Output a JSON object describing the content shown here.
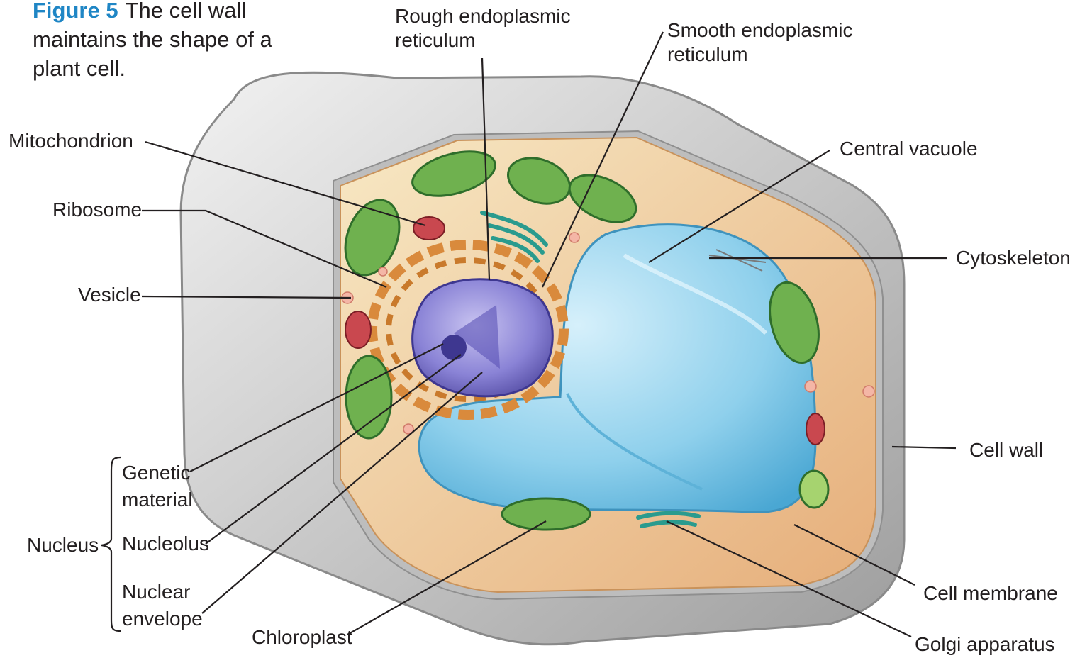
{
  "caption": {
    "figure": "Figure 5",
    "text": "The cell wall maintains the shape of a plant cell."
  },
  "labels": {
    "rough_er": "Rough endoplasmic reticulum",
    "rough_er_l1": "Rough endoplasmic",
    "rough_er_l2": "reticulum",
    "smooth_er_l1": "Smooth endoplasmic",
    "smooth_er_l2": "reticulum",
    "mitochondrion": "Mitochondrion",
    "ribosome": "Ribosome",
    "vesicle": "Vesicle",
    "central_vacuole": "Central vacuole",
    "cytoskeleton": "Cytoskeleton",
    "cell_wall": "Cell wall",
    "cell_membrane": "Cell membrane",
    "golgi": "Golgi apparatus",
    "chloroplast": "Chloroplast",
    "genetic_l1": "Genetic",
    "genetic_l2": "material",
    "nucleolus": "Nucleolus",
    "nuclear_env_l1": "Nuclear",
    "nuclear_env_l2": "envelope",
    "nucleus": "Nucleus"
  },
  "colors": {
    "cell_wall": "#d4d4d4",
    "cytoplasm": "#f4d9b0",
    "vacuole": "#8fd0ec",
    "nucleus": "#7b74c9",
    "er": "#d98a3c",
    "chloroplast": "#6fb14f",
    "mitochondrion": "#c9484f",
    "golgi": "#2a9b8e"
  }
}
